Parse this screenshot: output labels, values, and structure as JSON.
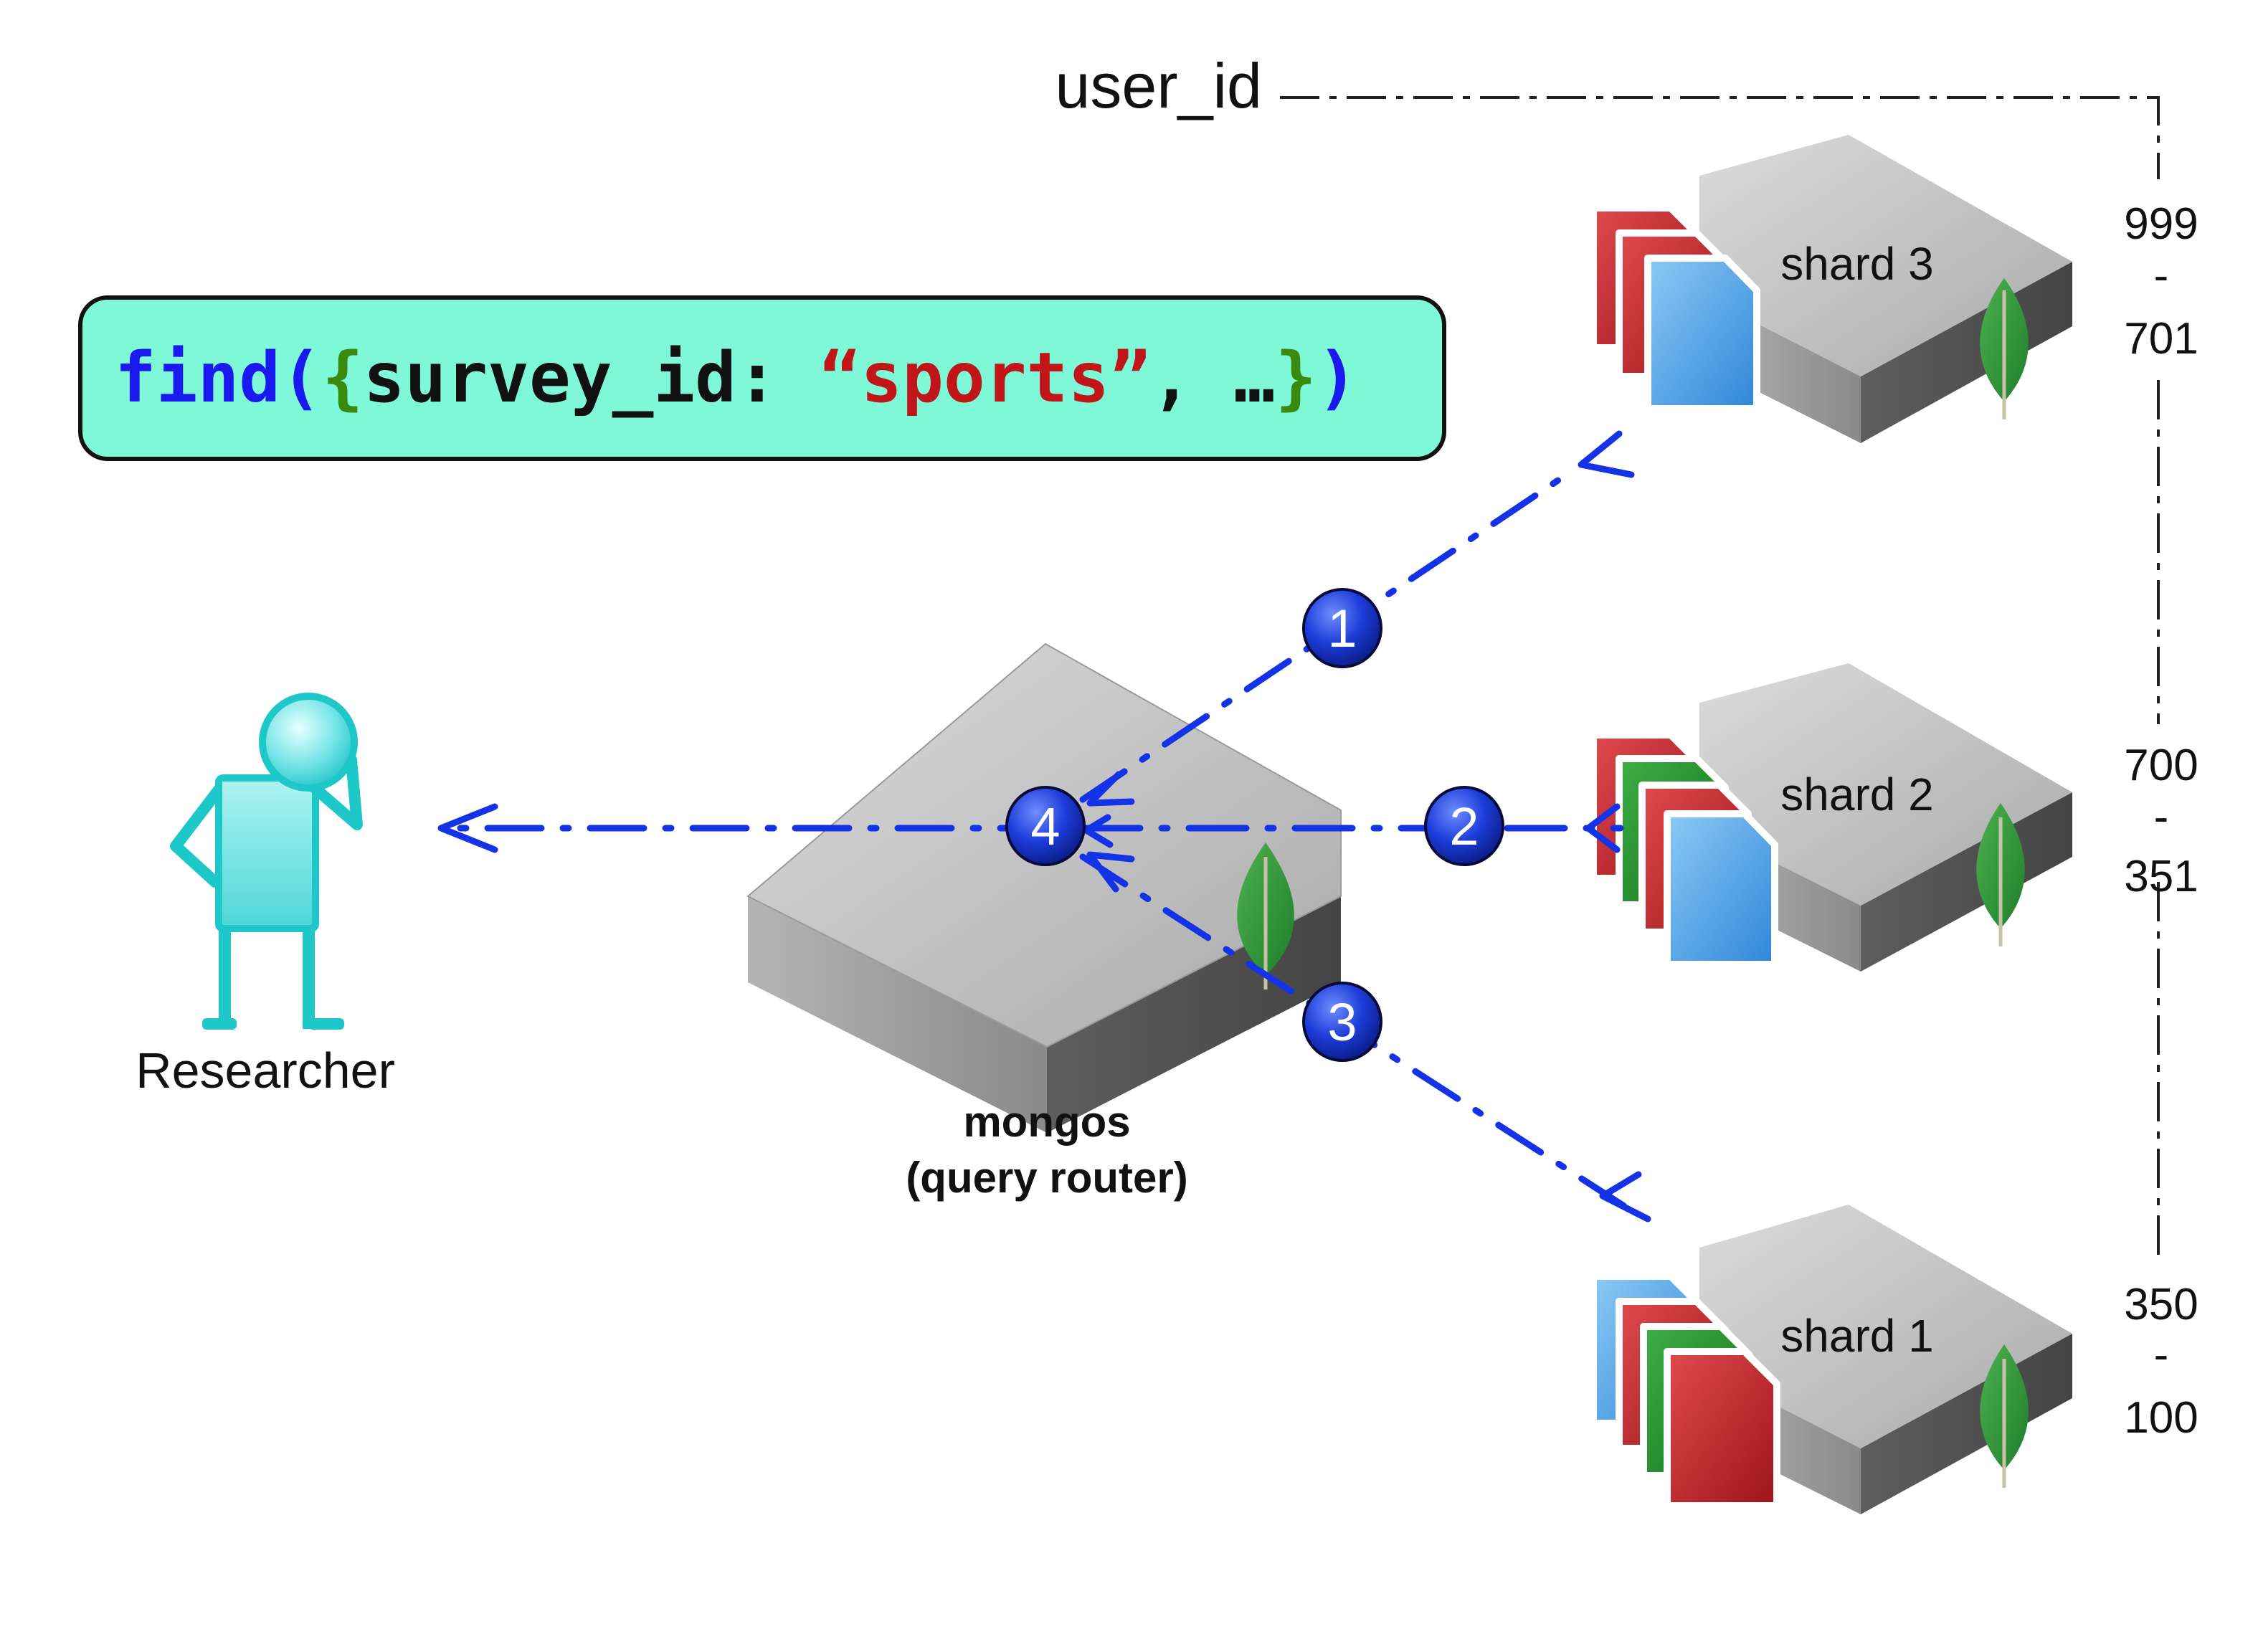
{
  "axis": {
    "label": "user_id"
  },
  "query": {
    "fn": "find",
    "paren_open": "(",
    "brace_open": "{",
    "key": "survey_id: ",
    "value": "“sports”",
    "rest": ", …",
    "brace_close": "}",
    "paren_close": ")"
  },
  "colors": {
    "query_bg": "#7ef8d6",
    "fn": "#1a1aee",
    "brace": "#3a8a10",
    "key": "#111111",
    "value": "#c0161a",
    "arrow": "#1433e6",
    "researcher": "#1fc8c8",
    "leaf": "#2e9a40",
    "doc_red": "#c9252a",
    "doc_green": "#1e8e27",
    "doc_blue": "#4fa6ea"
  },
  "researcher": {
    "label": "Researcher"
  },
  "router": {
    "name": "mongos",
    "role": "(query router)",
    "icon": "mongodb-leaf-icon"
  },
  "shards": [
    {
      "label": "shard 3",
      "range_top": "999",
      "range_sep": "-",
      "range_bottom": "701",
      "documents": [
        "red",
        "red",
        "blue"
      ]
    },
    {
      "label": "shard 2",
      "range_top": "700",
      "range_sep": "-",
      "range_bottom": "351",
      "documents": [
        "red",
        "green",
        "red",
        "blue"
      ]
    },
    {
      "label": "shard 1",
      "range_top": "350",
      "range_sep": "-",
      "range_bottom": "100",
      "documents": [
        "blue",
        "red",
        "green",
        "red"
      ]
    }
  ],
  "steps": [
    "1",
    "2",
    "3",
    "4"
  ]
}
